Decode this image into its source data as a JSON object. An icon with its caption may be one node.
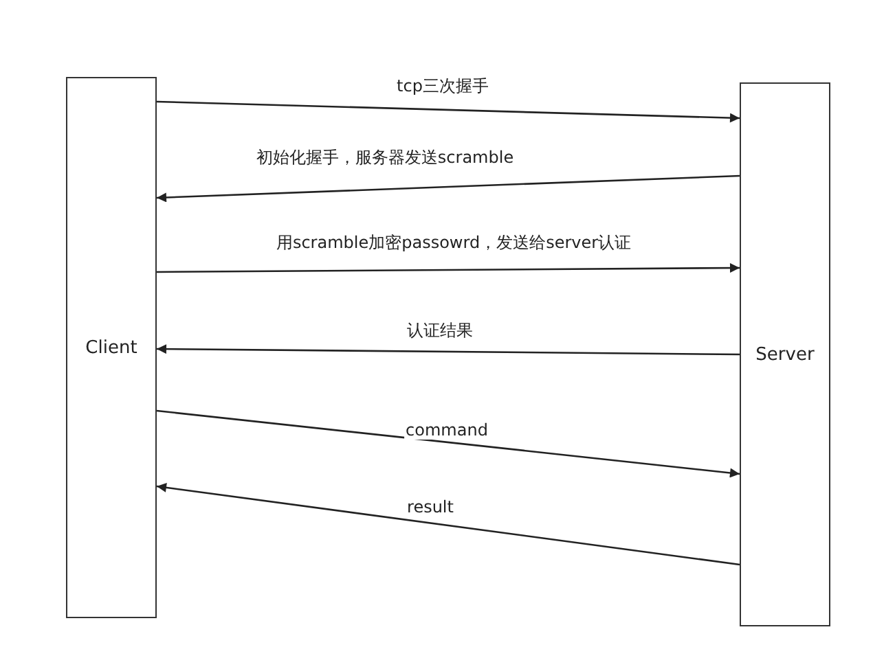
{
  "diagram": {
    "nodes": [
      {
        "text": [
          "Client"
        ]
      },
      {
        "text": [
          "Server"
        ]
      }
    ],
    "edges": [
      {
        "from": 0,
        "to": 1,
        "arrow": "to",
        "label": "tcp三次握手"
      },
      {
        "from": 1,
        "to": 0,
        "arrow": "to",
        "label": "初始化握手，服务器发送scramble"
      },
      {
        "from": 0,
        "to": 1,
        "arrow": "to",
        "label": "用scramble加密passowrd，发送给server认证"
      },
      {
        "from": 1,
        "to": 0,
        "arrow": "to",
        "label": "认证结果"
      },
      {
        "from": 0,
        "to": 1,
        "arrow": "to",
        "label": "command"
      },
      {
        "from": 1,
        "to": 0,
        "arrow": "to",
        "label": "result"
      }
    ]
  }
}
